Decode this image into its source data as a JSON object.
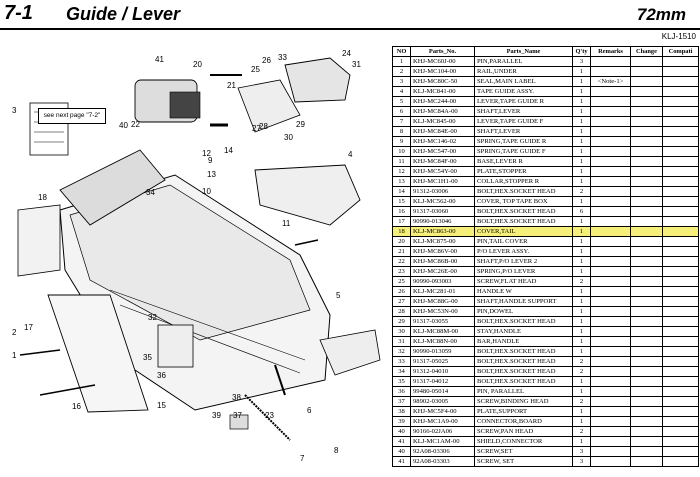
{
  "header": {
    "section": "7-1",
    "title": "Guide / Lever",
    "size": "72mm",
    "model": "KLJ-1510"
  },
  "diagram": {
    "see_next_page": "see next page \"7-2\"",
    "callouts": [
      "1",
      "2",
      "3",
      "4",
      "5",
      "6",
      "7",
      "8",
      "9",
      "10",
      "11",
      "12",
      "13",
      "14",
      "15",
      "16",
      "17",
      "18",
      "20",
      "21",
      "22",
      "23",
      "24",
      "25",
      "26",
      "27",
      "28",
      "29",
      "30",
      "31",
      "32",
      "33",
      "34",
      "35",
      "36",
      "37",
      "38",
      "39",
      "40",
      "41"
    ]
  },
  "table": {
    "columns": [
      "NO",
      "Parts_No.",
      "Parts_Name",
      "Q'ty",
      "Remarks",
      "Change",
      "Compati"
    ],
    "highlight_color": "#f6f07a",
    "rows": [
      {
        "no": "1",
        "part": "KHJ-MC60J-00",
        "name": "PIN,PARALLEL",
        "qty": "3",
        "remarks": ""
      },
      {
        "no": "2",
        "part": "KHJ-MC104-00",
        "name": "RAIL,UNDER",
        "qty": "1",
        "remarks": ""
      },
      {
        "no": "3",
        "part": "KHJ-MC80C-50",
        "name": "SEAL,MAIN LABEL",
        "qty": "1",
        "remarks": "<Note-1>"
      },
      {
        "no": "4",
        "part": "KLJ-MC841-00",
        "name": "TAPE GUIDE ASSY.",
        "qty": "1",
        "remarks": ""
      },
      {
        "no": "5",
        "part": "KHJ-MC244-00",
        "name": "LEVER,TAPE GUIDE R",
        "qty": "1",
        "remarks": ""
      },
      {
        "no": "6",
        "part": "KHJ-MC84A-00",
        "name": "SHAFT,LEVER",
        "qty": "1",
        "remarks": ""
      },
      {
        "no": "7",
        "part": "KLJ-MC845-00",
        "name": "LEVER,TAPE GUIDE F",
        "qty": "1",
        "remarks": ""
      },
      {
        "no": "8",
        "part": "KHJ-MC84E-00",
        "name": "SHAFT,LEVER",
        "qty": "1",
        "remarks": ""
      },
      {
        "no": "9",
        "part": "KHJ-MC146-02",
        "name": "SPRING,TAPE GUIDE R",
        "qty": "1",
        "remarks": ""
      },
      {
        "no": "10",
        "part": "KHJ-MC547-00",
        "name": "SPRING,TAPE GUIDE F",
        "qty": "1",
        "remarks": ""
      },
      {
        "no": "11",
        "part": "KHJ-MC84F-00",
        "name": "BASE,LEVER R",
        "qty": "1",
        "remarks": ""
      },
      {
        "no": "12",
        "part": "KHJ-MC54Y-00",
        "name": "PLATE,STOPPER",
        "qty": "1",
        "remarks": ""
      },
      {
        "no": "13",
        "part": "KHJ-MC1H1-00",
        "name": "COLLAR,STOPPER R",
        "qty": "1",
        "remarks": ""
      },
      {
        "no": "14",
        "part": "91312-03006",
        "name": "BOLT,HEX.SOCKET HEAD",
        "qty": "2",
        "remarks": ""
      },
      {
        "no": "15",
        "part": "KLJ-MC562-00",
        "name": "COVER, TOP TAPE BOX",
        "qty": "1",
        "remarks": ""
      },
      {
        "no": "16",
        "part": "91317-03060",
        "name": "BOLT,HEX.SOCKET HEAD",
        "qty": "6",
        "remarks": ""
      },
      {
        "no": "17",
        "part": "90990-013046",
        "name": "BOLT,HEX.SOCKET HEAD",
        "qty": "1",
        "remarks": ""
      },
      {
        "no": "18",
        "part": "KLJ-MC863-00",
        "name": "COVER,TAIL",
        "qty": "1",
        "remarks": "",
        "highlight": true
      },
      {
        "no": "20",
        "part": "KLJ-MC875-00",
        "name": "PIN,TAIL COVER",
        "qty": "1",
        "remarks": ""
      },
      {
        "no": "21",
        "part": "KHJ-MC86V-00",
        "name": "P/O LEVER ASSY.",
        "qty": "1",
        "remarks": ""
      },
      {
        "no": "22",
        "part": "KHJ-MC86B-00",
        "name": "SHAFT,P/O LEVER 2",
        "qty": "1",
        "remarks": ""
      },
      {
        "no": "23",
        "part": "KHJ-MC26E-00",
        "name": "SPRING,P/O LEVER",
        "qty": "1",
        "remarks": ""
      },
      {
        "no": "25",
        "part": "90990-093003",
        "name": "SCREW,FLAT HEAD",
        "qty": "2",
        "remarks": ""
      },
      {
        "no": "26",
        "part": "KLJ-MC281-01",
        "name": "HANDLE W",
        "qty": "1",
        "remarks": ""
      },
      {
        "no": "27",
        "part": "KHJ-MC88G-00",
        "name": "SHAFT,HANDLE SUPPORT",
        "qty": "1",
        "remarks": ""
      },
      {
        "no": "28",
        "part": "KHJ-MC53N-00",
        "name": "PIN,DOWEL",
        "qty": "1",
        "remarks": ""
      },
      {
        "no": "29",
        "part": "91317-03055",
        "name": "BOLT,HEX.SOCKET HEAD",
        "qty": "1",
        "remarks": ""
      },
      {
        "no": "30",
        "part": "KLJ-MC88M-00",
        "name": "STAY,HANDLE",
        "qty": "1",
        "remarks": ""
      },
      {
        "no": "31",
        "part": "KLJ-MC88N-00",
        "name": "BAR,HANDLE",
        "qty": "1",
        "remarks": ""
      },
      {
        "no": "32",
        "part": "90990-013059",
        "name": "BOLT,HEX.SOCKET HEAD",
        "qty": "1",
        "remarks": ""
      },
      {
        "no": "33",
        "part": "91317-05025",
        "name": "BOLT,HEX.SOCKET HEAD",
        "qty": "2",
        "remarks": ""
      },
      {
        "no": "34",
        "part": "91312-04010",
        "name": "BOLT,HEX.SOCKET HEAD",
        "qty": "2",
        "remarks": ""
      },
      {
        "no": "35",
        "part": "91317-04012",
        "name": "BOLT,HEX.SOCKET HEAD",
        "qty": "1",
        "remarks": ""
      },
      {
        "no": "36",
        "part": "99480-05014",
        "name": "PIN, PARALLEL",
        "qty": "1",
        "remarks": ""
      },
      {
        "no": "37",
        "part": "98902-03005",
        "name": "SCREW,BINDING HEAD",
        "qty": "2",
        "remarks": ""
      },
      {
        "no": "38",
        "part": "KHJ-MC5F4-00",
        "name": "PLATE,SUPPORT",
        "qty": "1",
        "remarks": ""
      },
      {
        "no": "39",
        "part": "KHJ-MC1A9-00",
        "name": "CONNECTOR,BOARD",
        "qty": "1",
        "remarks": ""
      },
      {
        "no": "40",
        "part": "90166-02JA06",
        "name": "SCREW,PAN HEAD",
        "qty": "2",
        "remarks": ""
      },
      {
        "no": "41",
        "part": "KLJ-MC1AM-00",
        "name": "SHIELD,CONNECTOR",
        "qty": "1",
        "remarks": ""
      },
      {
        "no": "40",
        "part": "92A08-03306",
        "name": "SCREW,SET",
        "qty": "3",
        "remarks": ""
      },
      {
        "no": "41",
        "part": "92A08-03303",
        "name": "SCREW, SET",
        "qty": "3",
        "remarks": ""
      }
    ]
  }
}
